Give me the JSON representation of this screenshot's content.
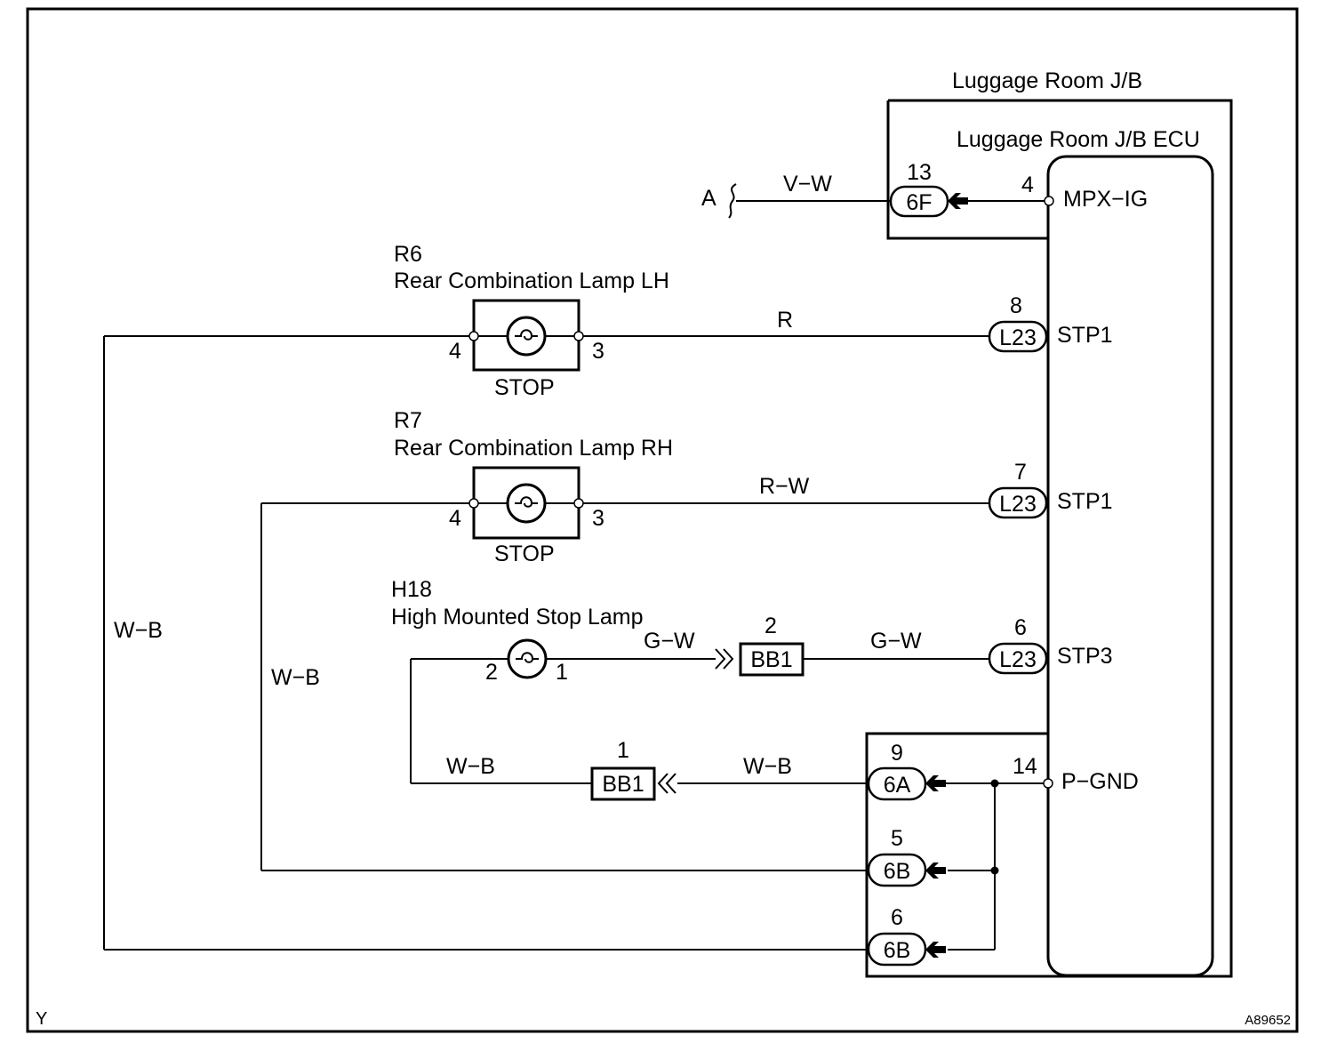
{
  "footer": {
    "left": "Y",
    "right": "A89652"
  },
  "junction_block": {
    "title": "Luggage Room J/B",
    "ecu_title": "Luggage Room J/B ECU"
  },
  "wire_end": {
    "label": "A"
  },
  "wires": {
    "v_w": "V−W",
    "r": "R",
    "r_w": "R−W",
    "g_w_left": "G−W",
    "g_w_right": "G−W",
    "w_b_outer": "W−B",
    "w_b_mid": "W−B",
    "w_b_inner": "W−B",
    "w_b_gnd": "W−B"
  },
  "ecu_terminals": {
    "mpx_ig": {
      "pin": "4",
      "name": "MPX−IG"
    },
    "stp1_a": {
      "pin": "8",
      "name": "STP1"
    },
    "stp1_b": {
      "pin": "7",
      "name": "STP1"
    },
    "stp3": {
      "pin": "6",
      "name": "STP3"
    },
    "p_gnd": {
      "pin": "14",
      "name": "P−GND"
    }
  },
  "connectors": {
    "c6f": {
      "code": "6F",
      "pin": "13"
    },
    "l23_8": {
      "code": "L23",
      "pin": "8"
    },
    "l23_7": {
      "code": "L23",
      "pin": "7"
    },
    "l23_6": {
      "code": "L23",
      "pin": "6"
    },
    "c6a": {
      "code": "6A",
      "pin": "9"
    },
    "c6b_5": {
      "code": "6B",
      "pin": "5"
    },
    "c6b_6": {
      "code": "6B",
      "pin": "6"
    },
    "bb1_2": {
      "code": "BB1",
      "pin": "2"
    },
    "bb1_1": {
      "code": "BB1",
      "pin": "1"
    }
  },
  "lamps": {
    "r6": {
      "ref": "R6",
      "name": "Rear Combination Lamp LH",
      "function": "STOP",
      "pin_left": "4",
      "pin_right": "3"
    },
    "r7": {
      "ref": "R7",
      "name": "Rear Combination Lamp RH",
      "function": "STOP",
      "pin_left": "4",
      "pin_right": "3"
    },
    "h18": {
      "ref": "H18",
      "name": "High Mounted Stop Lamp",
      "pin_left": "2",
      "pin_right": "1"
    }
  }
}
